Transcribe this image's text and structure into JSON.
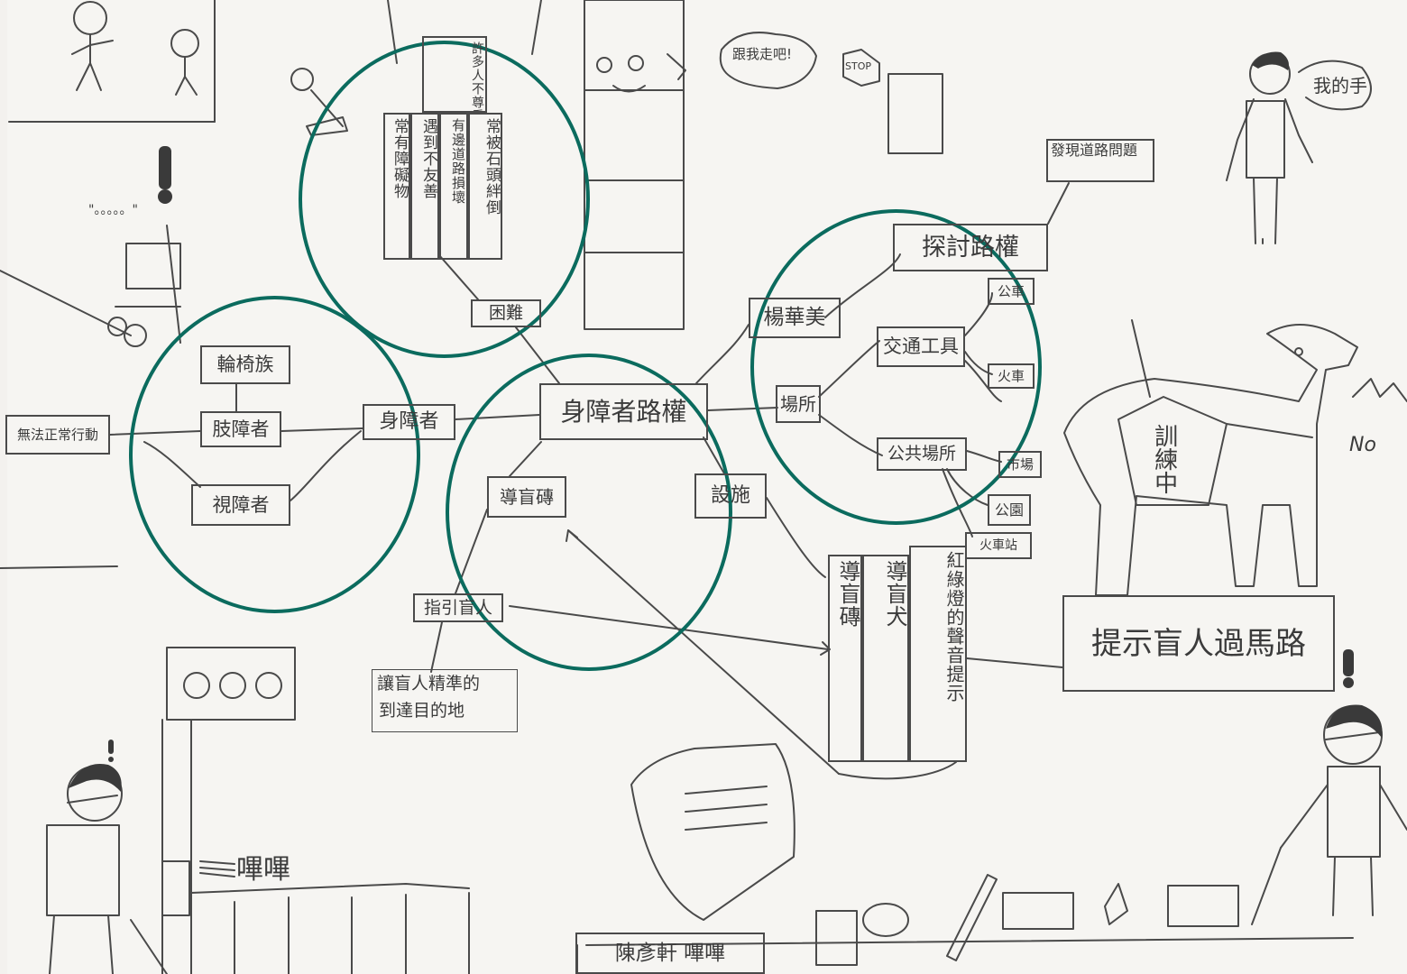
{
  "colors": {
    "circle": "#0b6b5e",
    "pencil": "#4a4a4a",
    "paper": "#f6f5f2"
  },
  "map": {
    "center": "身障者路權",
    "n_disabled": "身障者",
    "n_wheelchair": "輪椅族",
    "n_limb": "肢障者",
    "n_visual": "視障者",
    "n_limb_note": "無法正常行動",
    "n_difficulty": "困難",
    "diff_col1": "常有障礙物",
    "diff_col2": "遇到不友善",
    "diff_col3": "有邊道路損壞",
    "diff_col4": "常被石頭絆倒",
    "diff_top": "許多人不尊重",
    "n_tactile": "導盲磚",
    "n_pointer": "指引盲人",
    "n_pointer_note_1": "讓盲人精準的",
    "n_pointer_note_2": "到達目的地",
    "n_facility": "設施",
    "fac_col1": "導盲磚",
    "fac_col2": "導盲犬",
    "fac_col3": "紅綠燈的聲音提示",
    "n_cross": "提示盲人過馬路",
    "n_yang": "楊華美",
    "n_explore": "探討路權",
    "n_explore_note": "發現道路問題",
    "n_venue": "場所",
    "n_transport": "交通工具",
    "n_bus": "公車",
    "n_train": "火車",
    "n_public": "公共場所",
    "n_market": "市場",
    "n_park": "公園",
    "n_station": "火車站"
  },
  "drawings": {
    "bubble_follow": "跟我走吧!",
    "bubble_hand": "我的手",
    "stop_sign": "STOP",
    "beep": "嗶嗶",
    "no": "No",
    "dog_vest": "訓練中",
    "signature": "陳彥軒 嗶嗶",
    "exclaim": "!",
    "ellipsis": "\"。。。。。\""
  }
}
